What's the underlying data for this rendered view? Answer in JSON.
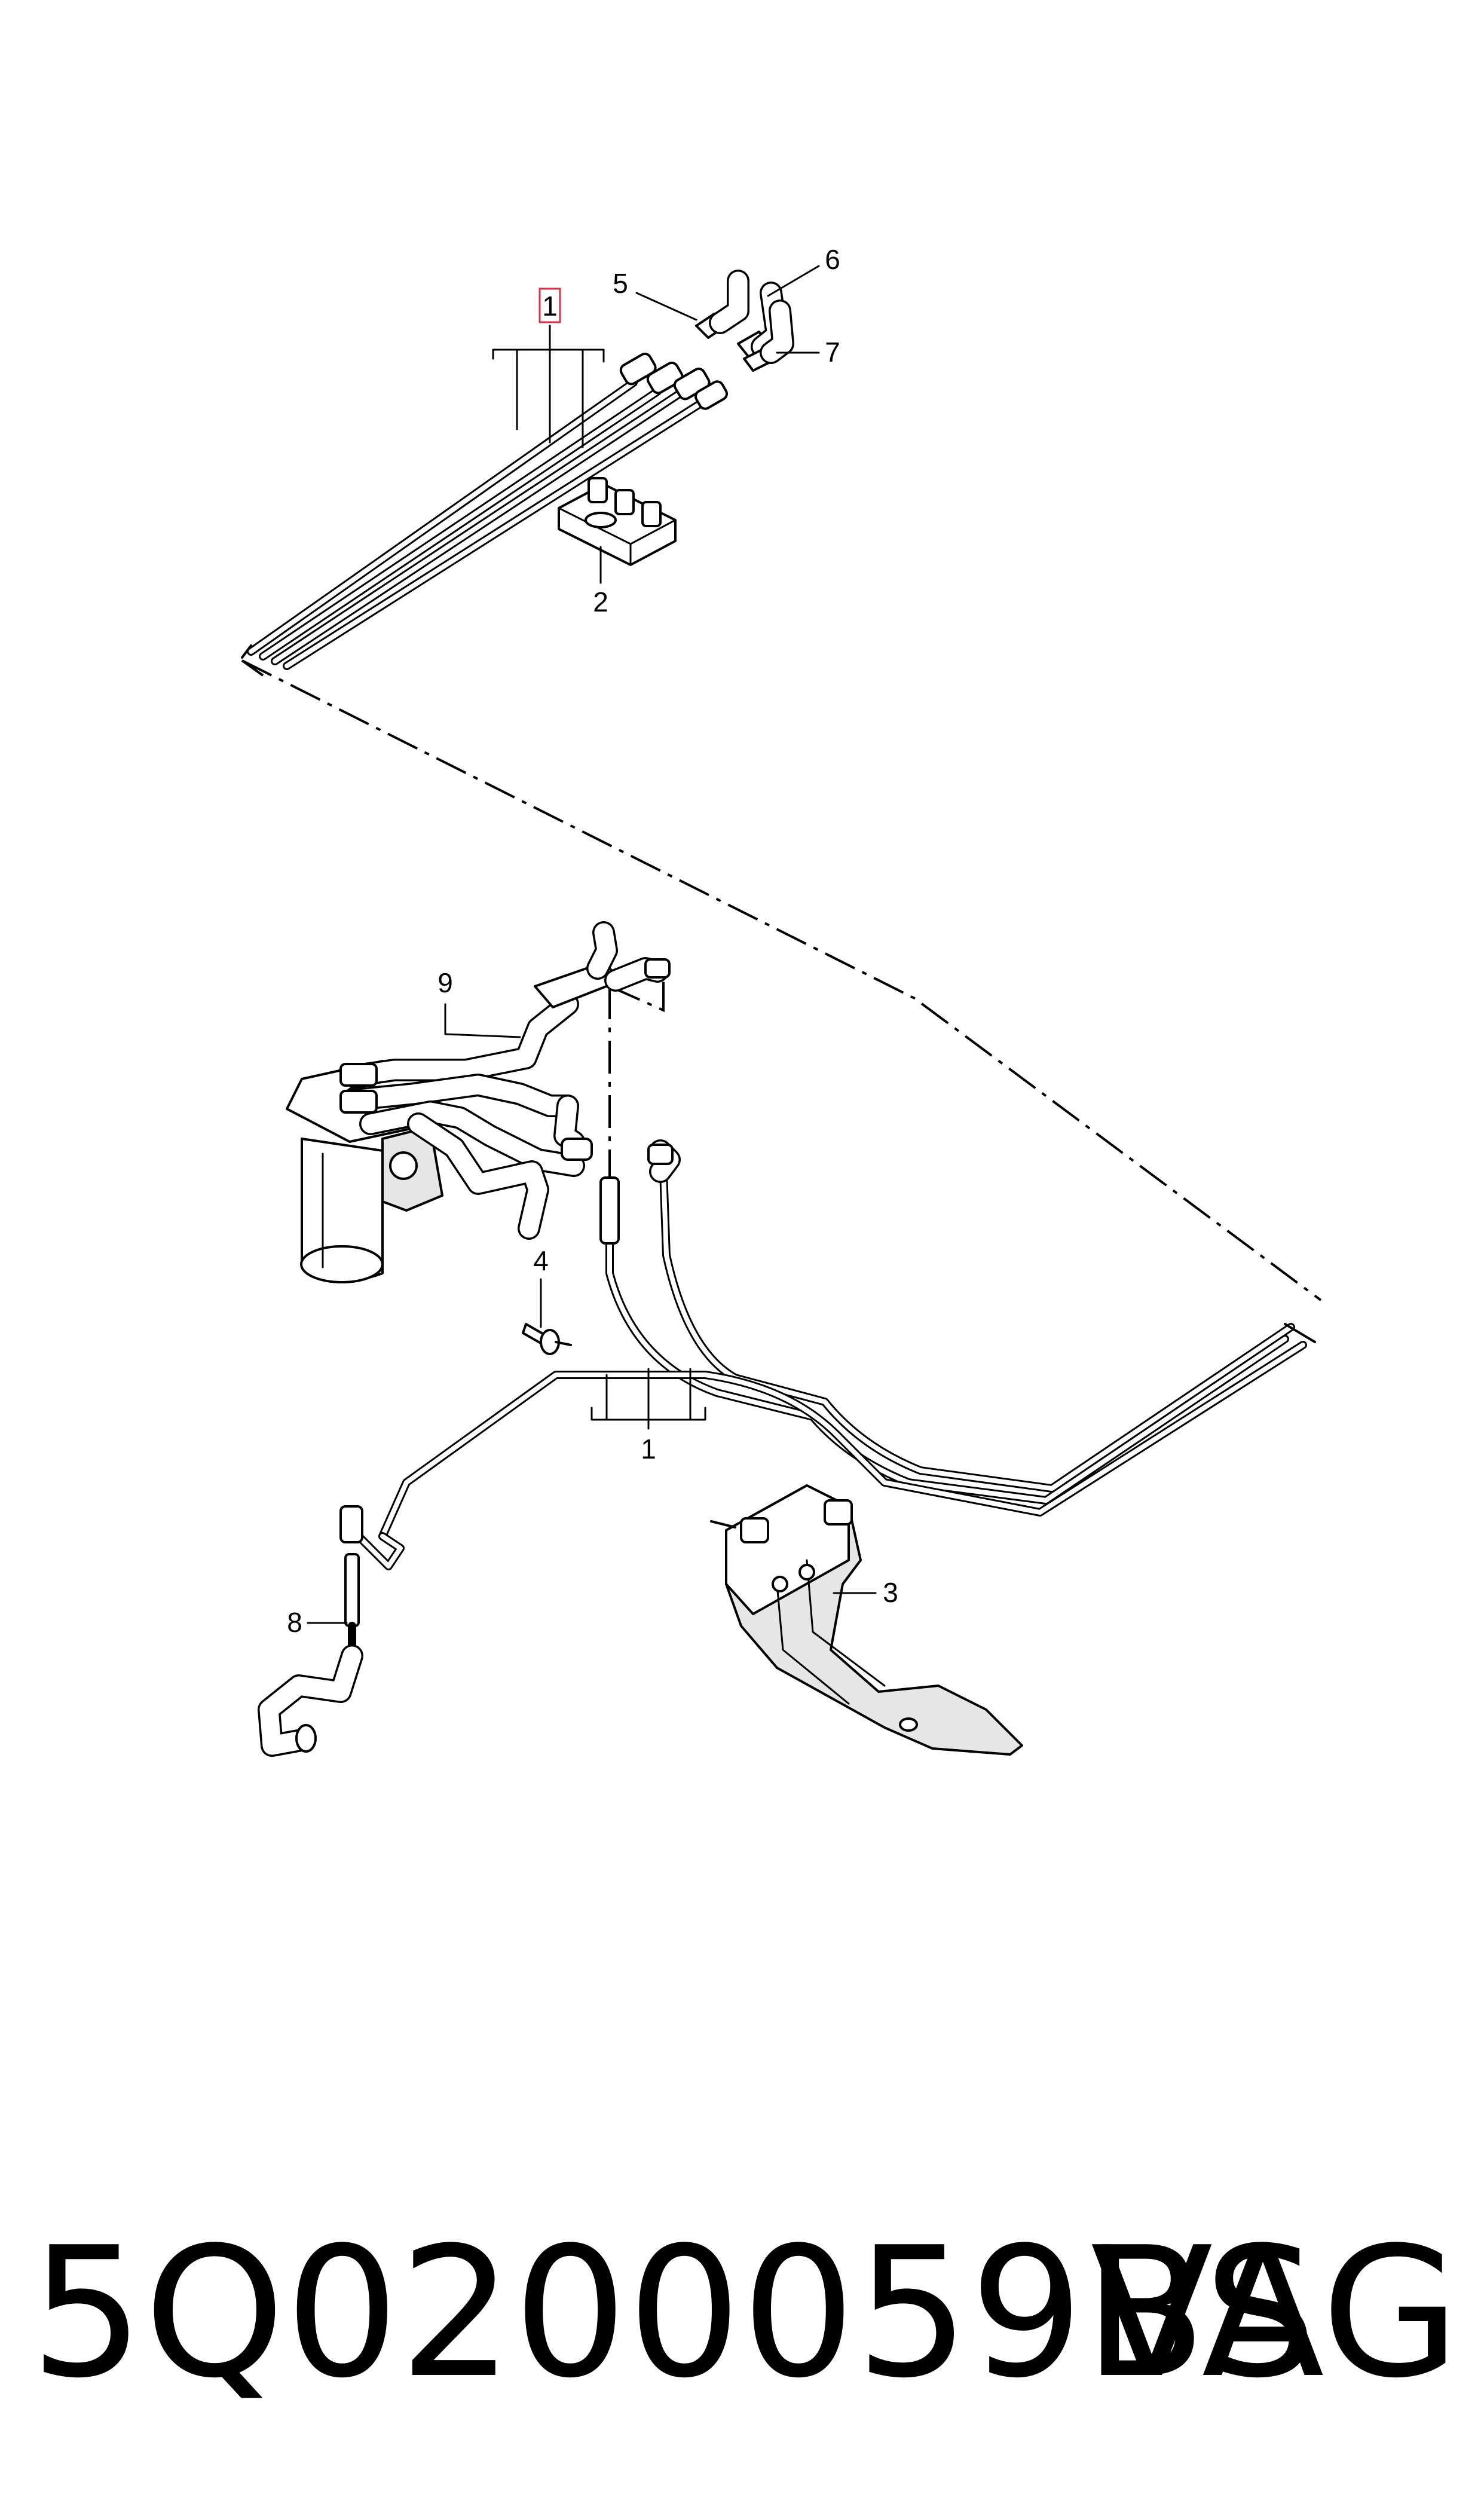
{
  "diagram": {
    "callouts": [
      {
        "id": "1a",
        "label": "1",
        "highlighted": true
      },
      {
        "id": "2",
        "label": "2"
      },
      {
        "id": "5",
        "label": "5"
      },
      {
        "id": "6",
        "label": "6"
      },
      {
        "id": "7",
        "label": "7"
      },
      {
        "id": "9",
        "label": "9"
      },
      {
        "id": "4",
        "label": "4"
      },
      {
        "id": "1b",
        "label": "1"
      },
      {
        "id": "3",
        "label": "3"
      },
      {
        "id": "8",
        "label": "8"
      }
    ],
    "highlight_color": "#d9304a"
  },
  "footer": {
    "part_number": "5Q0200059BS",
    "brand": "VAG"
  }
}
